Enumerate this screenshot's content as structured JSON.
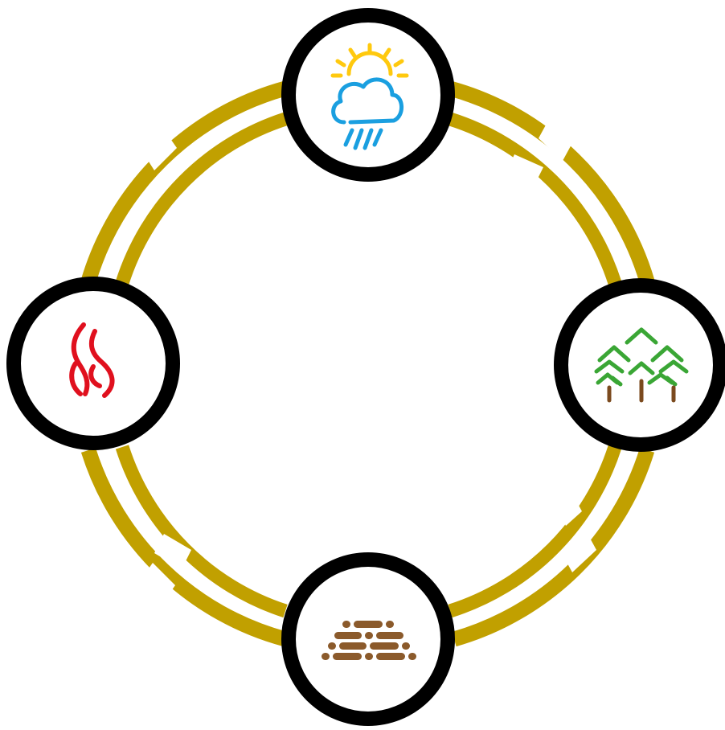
{
  "diagram": {
    "type": "cycle",
    "colors": {
      "ring": "#c1a000",
      "node_border": "#000000",
      "node_fill": "#ffffff",
      "sun": "#ffc90e",
      "cloud": "#1a9fe0",
      "tree": "#3aa635",
      "trunk": "#7b4a1e",
      "wood": "#8b5a2b",
      "fire": "#e0101e"
    },
    "nodes": [
      {
        "id": "weather",
        "icon": "sun-cloud-rain-icon"
      },
      {
        "id": "forest",
        "icon": "pine-trees-icon"
      },
      {
        "id": "wood",
        "icon": "log-pile-icon"
      },
      {
        "id": "fire",
        "icon": "flame-icon"
      }
    ]
  }
}
